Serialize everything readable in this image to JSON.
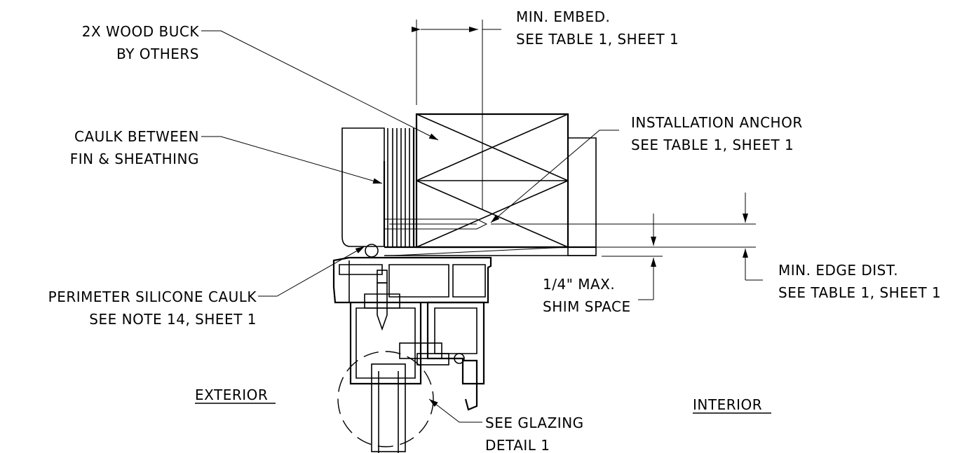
{
  "labels": {
    "wood_buck": [
      "2X WOOD BUCK",
      "BY OTHERS"
    ],
    "caulk_between": [
      "CAULK BETWEEN",
      "FIN & SHEATHING"
    ],
    "perimeter_caulk": [
      "PERIMETER SILICONE CAULK",
      "SEE NOTE 14, SHEET 1"
    ],
    "min_embed": [
      "MIN. EMBED.",
      "SEE TABLE 1, SHEET 1"
    ],
    "installation_anchor": [
      "INSTALLATION ANCHOR",
      "SEE TABLE 1, SHEET 1"
    ],
    "shim_space": [
      "1/4\" MAX.",
      "SHIM SPACE"
    ],
    "min_edge": [
      "MIN. EDGE DIST.",
      "SEE TABLE 1, SHEET 1"
    ],
    "glazing": [
      "SEE GLAZING",
      "DETAIL 1"
    ],
    "exterior": "EXTERIOR",
    "interior": "INTERIOR"
  },
  "colors": {
    "line": "#000000",
    "background": "#ffffff"
  }
}
